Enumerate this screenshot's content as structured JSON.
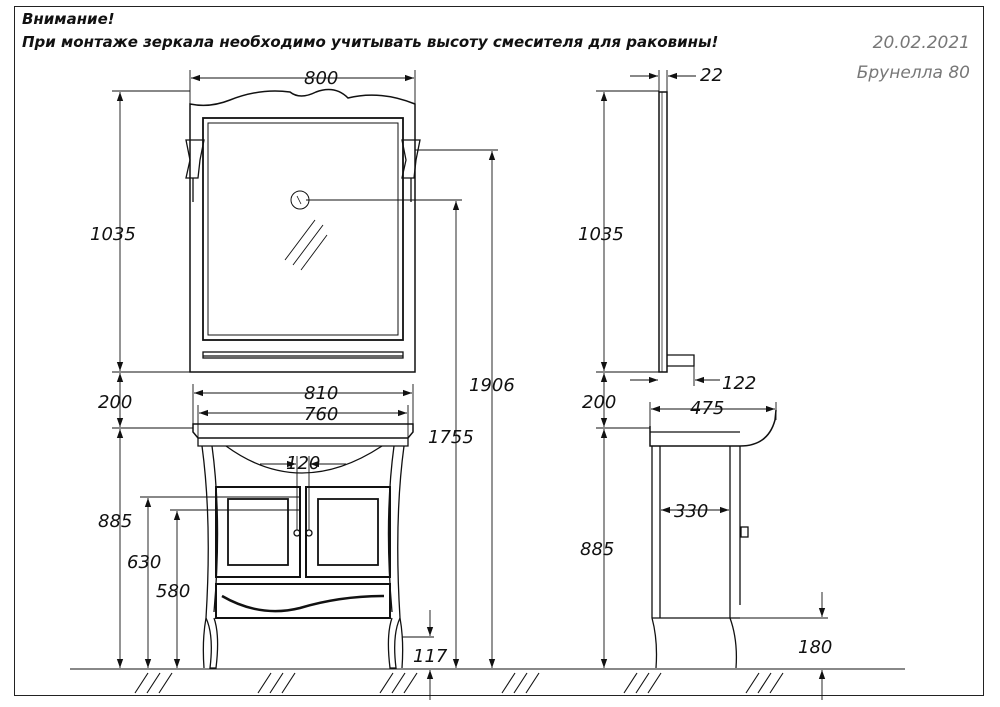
{
  "header": {
    "warning_title": "Внимание!",
    "warning_text": "При монтаже зеркала необходимо учитывать высоту смесителя для раковины!",
    "date": "20.02.2021",
    "model": "Брунелла 80"
  },
  "dimensions": {
    "mirror_width": "800",
    "mirror_height_front": "1035",
    "mirror_depth": "22",
    "mirror_height_side": "1035",
    "shelf_depth": "122",
    "gap_front": "200",
    "gap_side": "200",
    "top_width": "810",
    "basin_width": "760",
    "side_depth": "475",
    "cabinet_height_front": "885",
    "cabinet_height_side": "885",
    "handle_spacing": "120",
    "door_height_630": "630",
    "door_height_580": "580",
    "total_height": "1906",
    "outlet_height": "1755",
    "leg_height": "117",
    "inner_depth": "330",
    "floor_gap": "180"
  }
}
